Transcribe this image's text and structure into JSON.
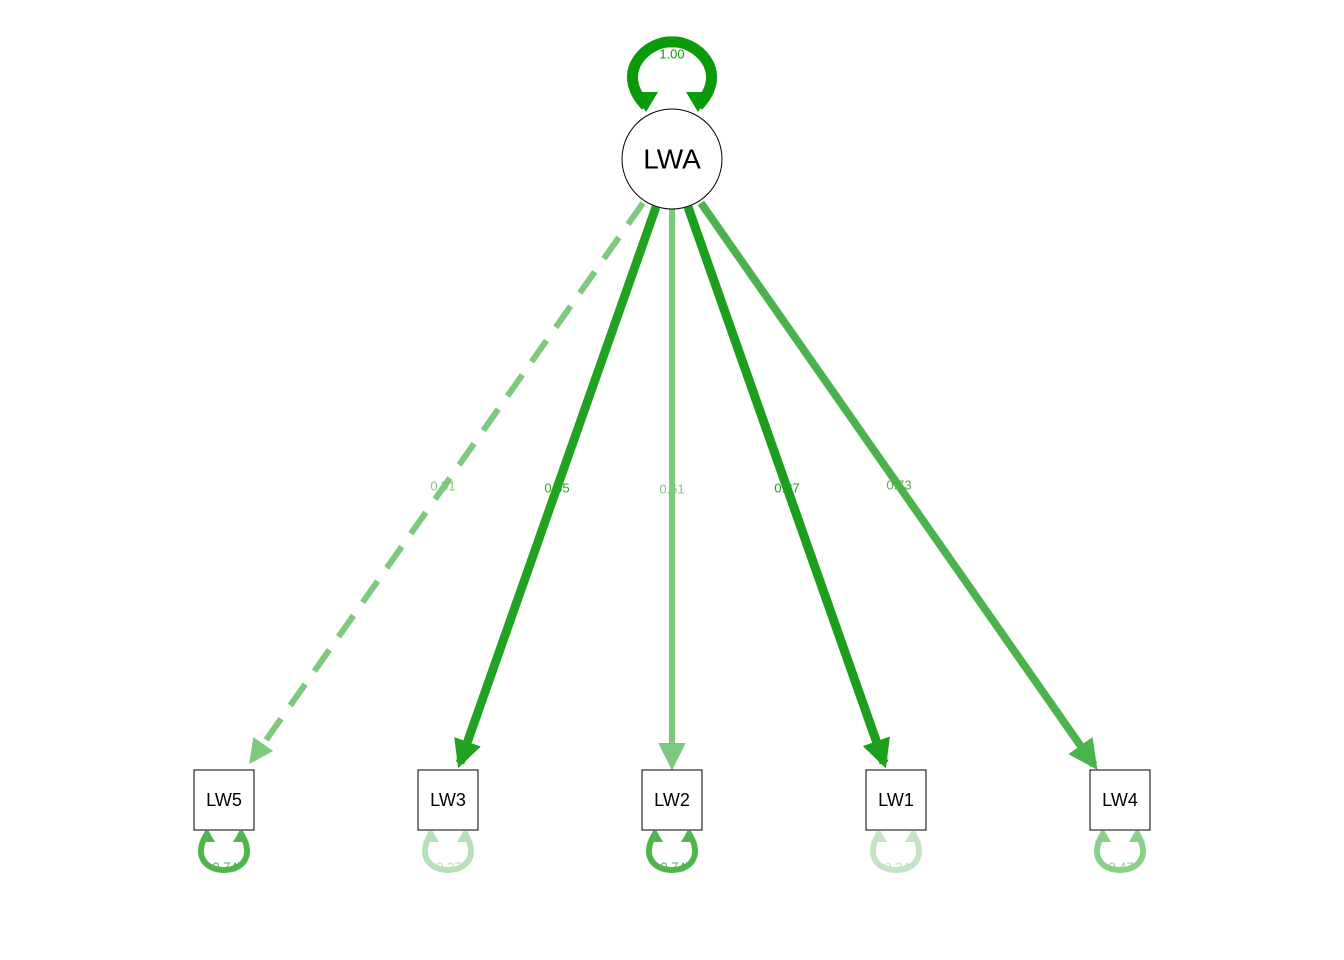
{
  "latent": {
    "label": "LWA",
    "variance": "1.00",
    "variance_color": "#0a9a0a"
  },
  "indicators": [
    {
      "label": "LW5",
      "loading": "0.51",
      "residual": "0.74",
      "path_color": "#7dc97d",
      "residual_color": "#4fb54f",
      "dashed": true
    },
    {
      "label": "LW3",
      "loading": "0.85",
      "residual": "0.27",
      "path_color": "#21a321",
      "residual_color": "#b8e0b8",
      "dashed": false
    },
    {
      "label": "LW2",
      "loading": "0.51",
      "residual": "0.74",
      "path_color": "#7dc97d",
      "residual_color": "#4fb54f",
      "dashed": false
    },
    {
      "label": "LW1",
      "loading": "0.87",
      "residual": "0.24",
      "path_color": "#1c9f1c",
      "residual_color": "#c3e5c3",
      "dashed": false
    },
    {
      "label": "LW4",
      "loading": "0.73",
      "residual": "0.47",
      "path_color": "#4bb34b",
      "residual_color": "#8ccf8c",
      "dashed": false
    }
  ]
}
